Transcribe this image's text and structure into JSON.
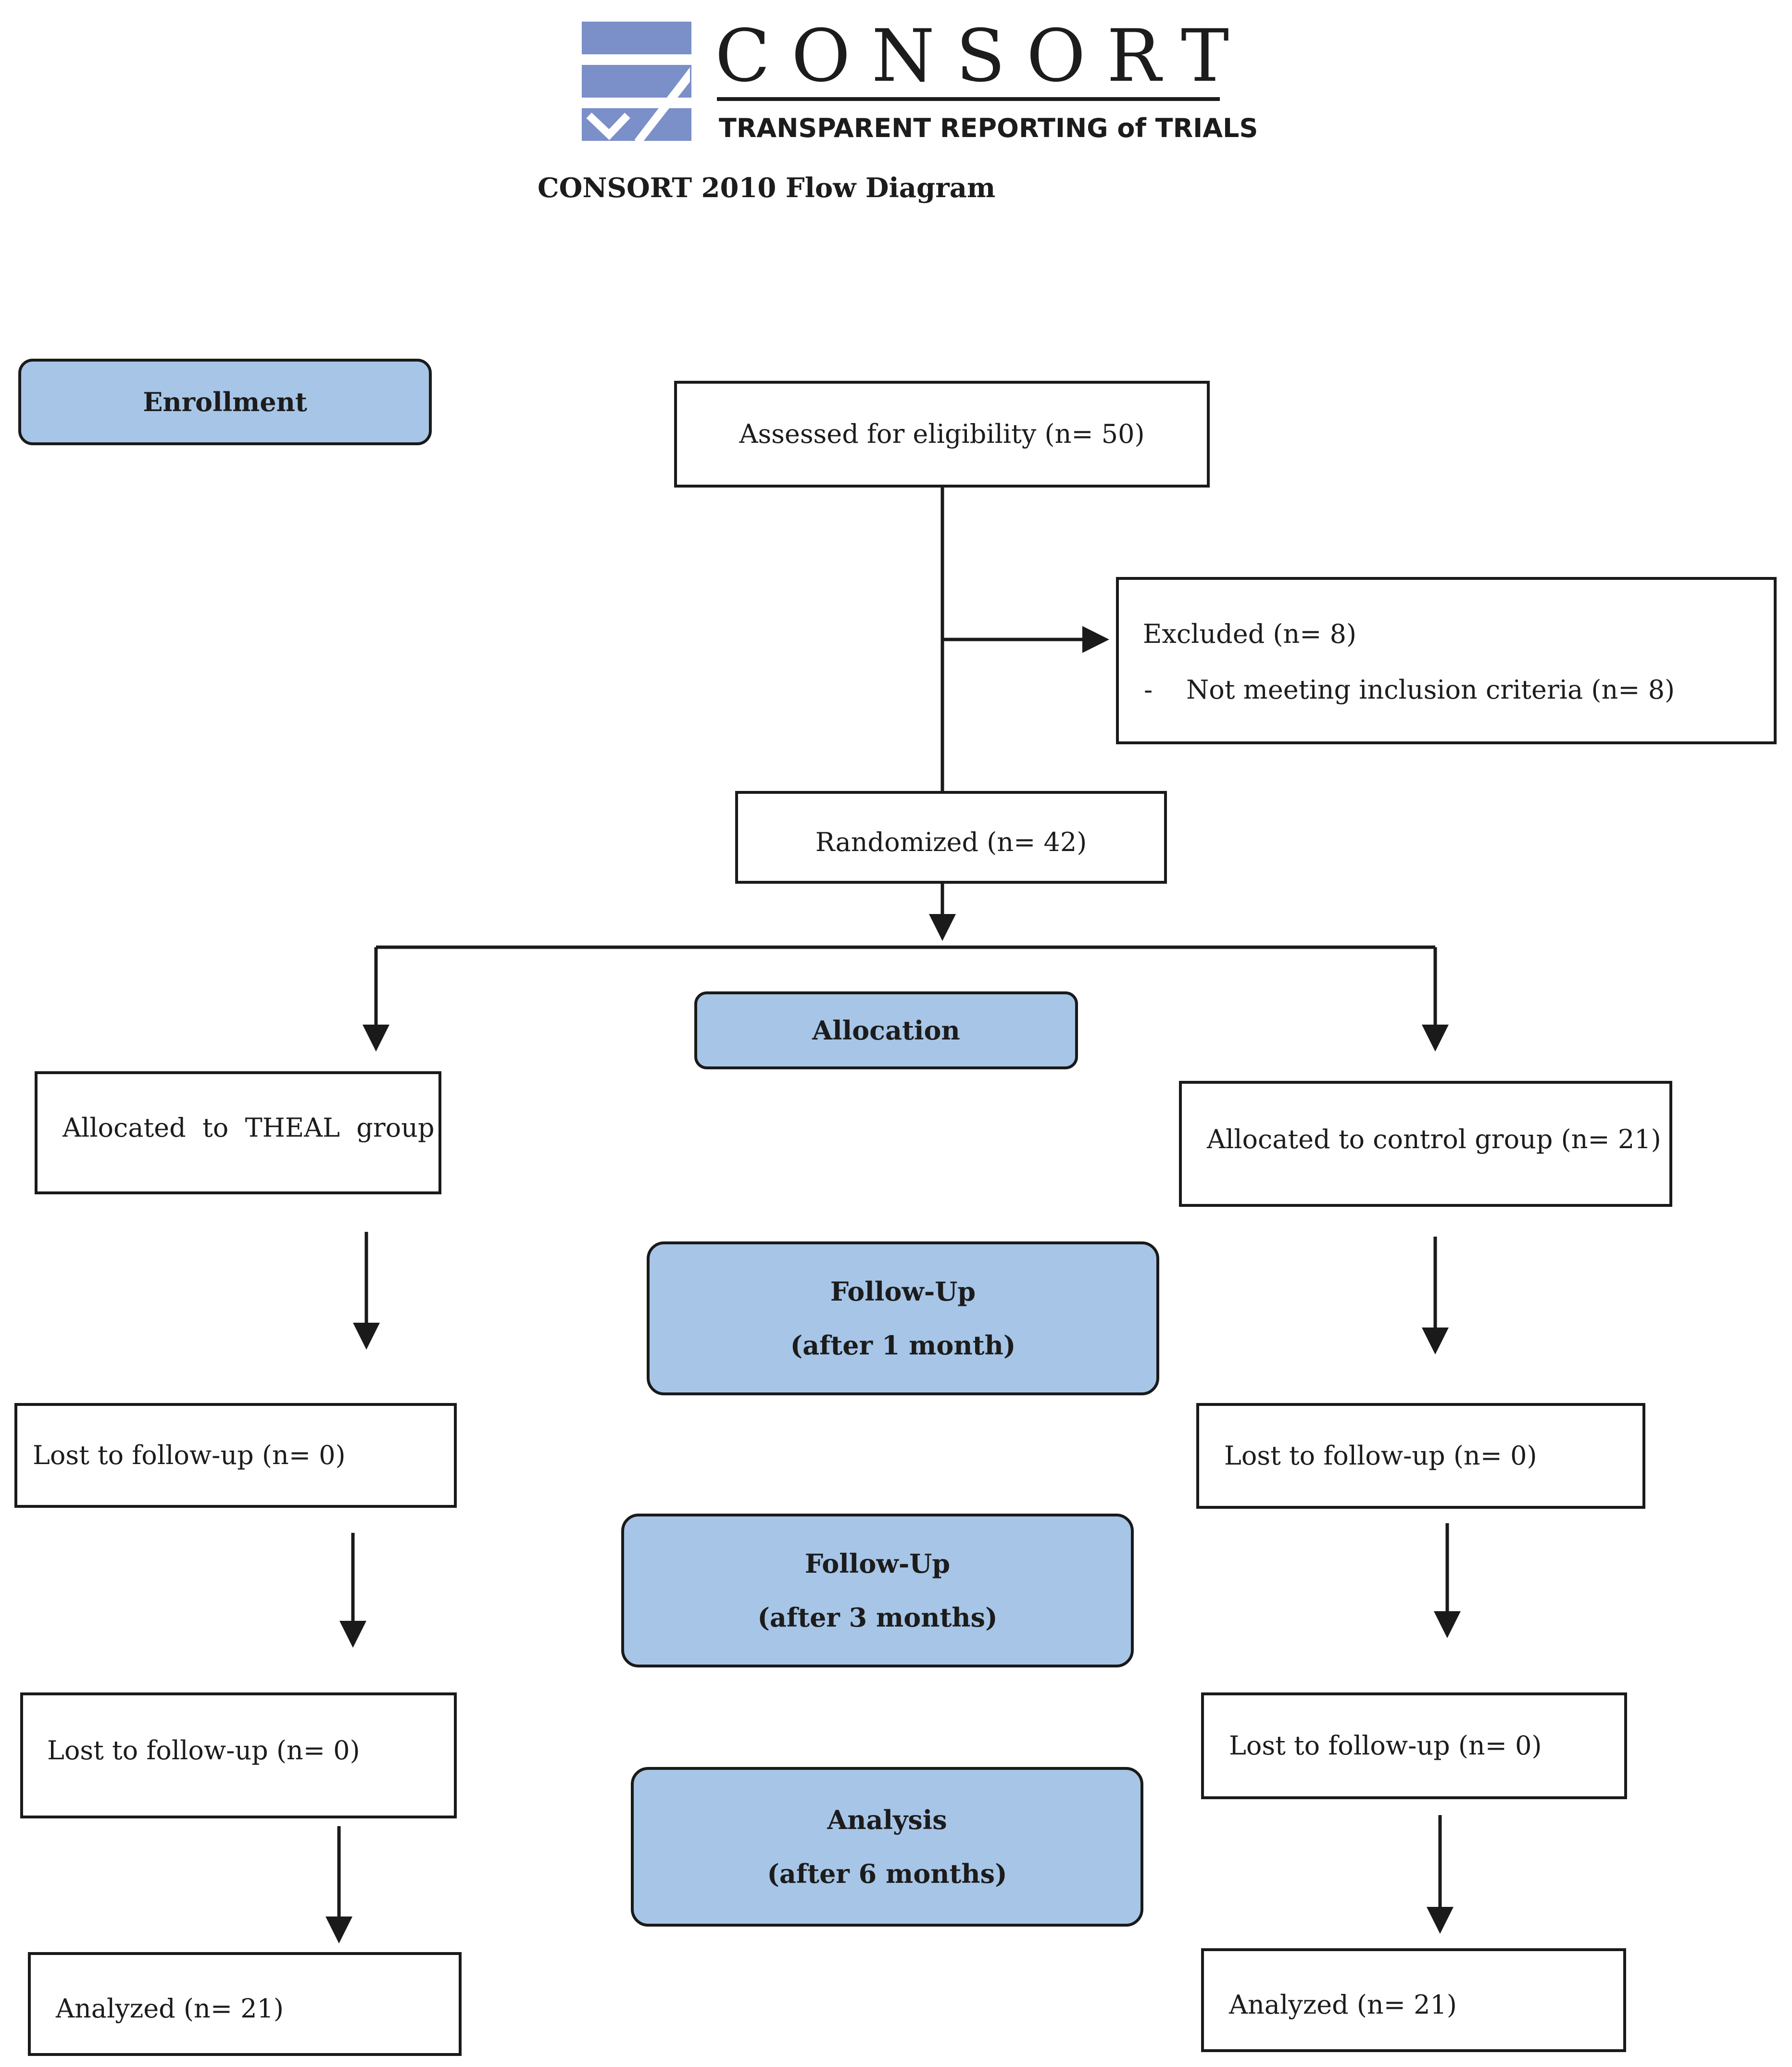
{
  "header": {
    "logo_word": "CONSORT",
    "logo_tagline": "TRANSPARENT REPORTING of TRIALS",
    "diagram_title": "CONSORT 2010 Flow Diagram"
  },
  "colors": {
    "phase_fill": "#a7c5e6",
    "logo_blue": "#7b8fc8",
    "stroke": "#1a1a1a"
  },
  "phases": {
    "enrollment": "Enrollment",
    "allocation": "Allocation",
    "followup1": {
      "title": "Follow-Up",
      "subtitle": "(after 1 month)"
    },
    "followup3": {
      "title": "Follow-Up",
      "subtitle": "(after 3 months)"
    },
    "analysis": {
      "title": "Analysis",
      "subtitle": "(after 6 months)"
    }
  },
  "enrollment_flow": {
    "assessed": "Assessed for eligibility (n= 50)",
    "excluded": "Excluded (n= 8)",
    "excluded_bullet": "-",
    "excluded_reason": "Not meeting inclusion criteria (n= 8)",
    "randomized": "Randomized (n= 42)"
  },
  "left_arm": {
    "allocated": "Allocated  to  THEAL  group",
    "lost_1": "Lost to follow-up (n= 0)",
    "lost_3": "Lost to follow-up (n= 0)",
    "analyzed": "Analyzed (n= 21)"
  },
  "right_arm": {
    "allocated": "Allocated to control group (n= 21)",
    "lost_1": "Lost to follow-up (n= 0)",
    "lost_3": "Lost to follow-up (n= 0)",
    "analyzed": "Analyzed (n= 21)"
  }
}
